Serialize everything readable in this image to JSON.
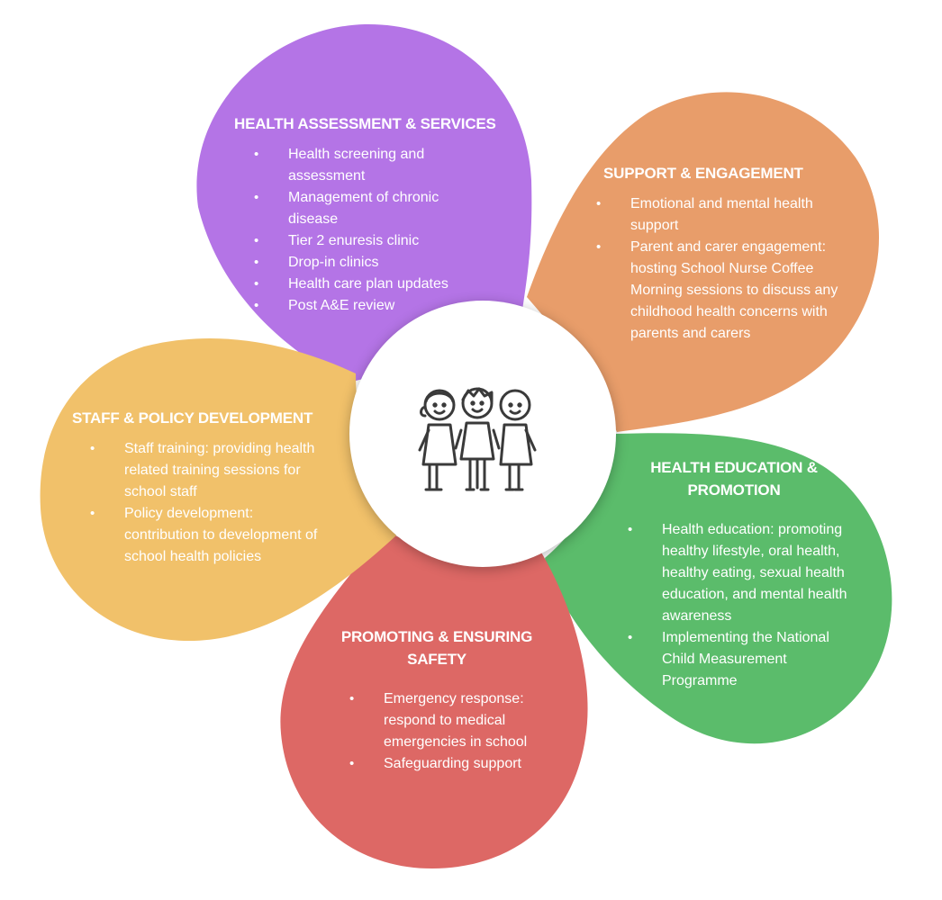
{
  "colors": {
    "purple": "#B474E6",
    "orange": "#E89D6A",
    "green": "#5BBC6B",
    "red": "#DD6865",
    "yellow": "#F1C16A",
    "icon_stroke": "#3A3A3A"
  },
  "center_icon": "three-children-icon",
  "sections": {
    "health_assessment": {
      "title": "HEALTH ASSESSMENT & SERVICES",
      "items": [
        "Health screening and assessment",
        "Management of chronic disease",
        "Tier 2 enuresis clinic",
        "Drop-in clinics",
        "Health care plan updates",
        "Post A&E review"
      ]
    },
    "support": {
      "title": "SUPPORT & ENGAGEMENT",
      "items": [
        "Emotional and mental health support",
        "Parent and carer engagement: hosting School Nurse Coffee Morning sessions to discuss any childhood health concerns with parents and carers"
      ]
    },
    "education": {
      "title": "HEALTH EDUCATION & PROMOTION",
      "items": [
        "Health education: promoting healthy lifestyle, oral health, healthy eating, sexual health education, and mental health awareness",
        "Implementing the National Child Measurement Programme"
      ]
    },
    "safety": {
      "title": "PROMOTING & ENSURING SAFETY",
      "items": [
        "Emergency response: respond to medical emergencies in school",
        "Safeguarding support"
      ]
    },
    "staff": {
      "title": "STAFF & POLICY DEVELOPMENT",
      "items": [
        "Staff training: providing health related training sessions for school staff",
        "Policy development: contribution to development of school health policies"
      ]
    }
  }
}
